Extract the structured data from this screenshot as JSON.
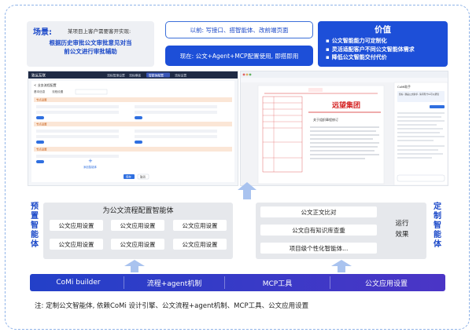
{
  "scene": {
    "tag": "场景:",
    "subtitle": "某项目上客户需要客开实现:",
    "main_line1": "根据历史审批公文审批意见对当",
    "main_line2": "前公文进行审批辅助"
  },
  "before": {
    "text": "以前: 写接口、搭智能体、改前端页面"
  },
  "after": {
    "text": "现在: 公文+Agent+MCP配置使用, 即搭即用"
  },
  "value": {
    "title": "价值",
    "items": [
      "公文智能能力可定制化",
      "灵活适配客户不同公文智能体需求",
      "降低公文智能交付代价"
    ]
  },
  "screenshot_left": {
    "brand": "致远互联",
    "nav": [
      "流程管理设置",
      "流程模板",
      "智能体配置",
      "流程设置"
    ],
    "panel_title": "< 业务流程配置",
    "tabs": [
      "基本信息",
      "流程设置"
    ],
    "sections": [
      "节点设置",
      "节点设置",
      "节点设置"
    ],
    "add_label": "添加智能体",
    "save_label": "保存",
    "cancel_label": "取消"
  },
  "screenshot_right": {
    "doc_stamp": "远望集团",
    "doc_heading": "关于组织章程修订",
    "assistant_title": "CoMi助手",
    "assistant_msg": "您好, 我是公文助手, 请问有什么可以帮您"
  },
  "side_labels": {
    "left": [
      "预",
      "置",
      "智",
      "能",
      "体"
    ],
    "right": [
      "定",
      "制",
      "智",
      "能",
      "体"
    ]
  },
  "preset": {
    "title": "为公文流程配置智能体",
    "items": [
      "公文应用设置",
      "公文应用设置",
      "公文应用设置",
      "公文应用设置",
      "公文应用设置",
      "公文应用设置"
    ]
  },
  "custom": {
    "items": [
      "公文正文比对",
      "公文自有知识库查重",
      "项目级个性化智能体..."
    ],
    "run_effect_line1": "运行",
    "run_effect_line2": "效果"
  },
  "bar": {
    "items": [
      "CoMi builder",
      "流程+agent机制",
      "MCP工具",
      "公文应用设置"
    ]
  },
  "note": "注: 定制公文智能体, 依赖CoMi 设计引擎、公文流程+agent机制、MCP工具、公文应用设置",
  "colors": {
    "accent": "#1d4fd8",
    "panel": "#e6e8ec",
    "bar_start": "#2340c8",
    "bar_end": "#4b35c6",
    "arrow": "#a9c3ef"
  }
}
